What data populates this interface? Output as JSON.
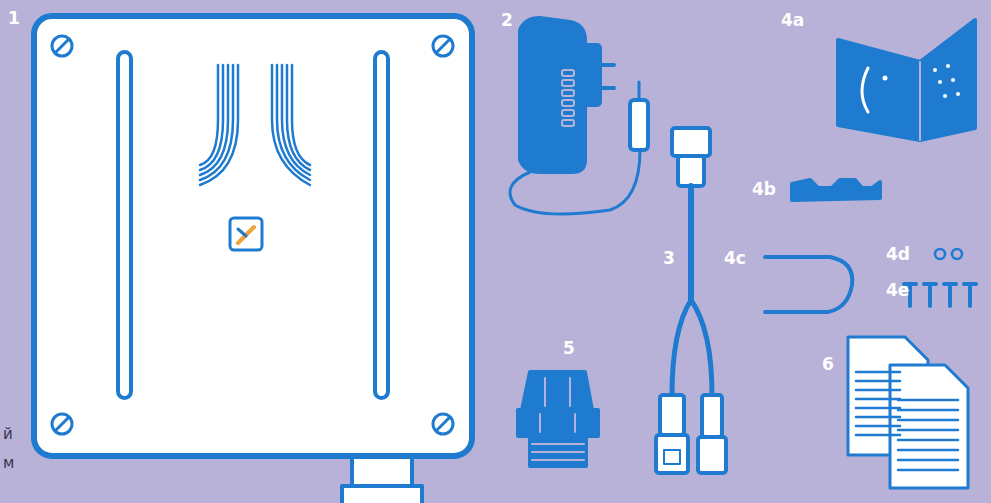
{
  "diagram": {
    "labels": [
      "1",
      "2",
      "3",
      "4a",
      "4b",
      "4c",
      "4d",
      "4e",
      "5",
      "6",
      "й",
      "м"
    ]
  }
}
